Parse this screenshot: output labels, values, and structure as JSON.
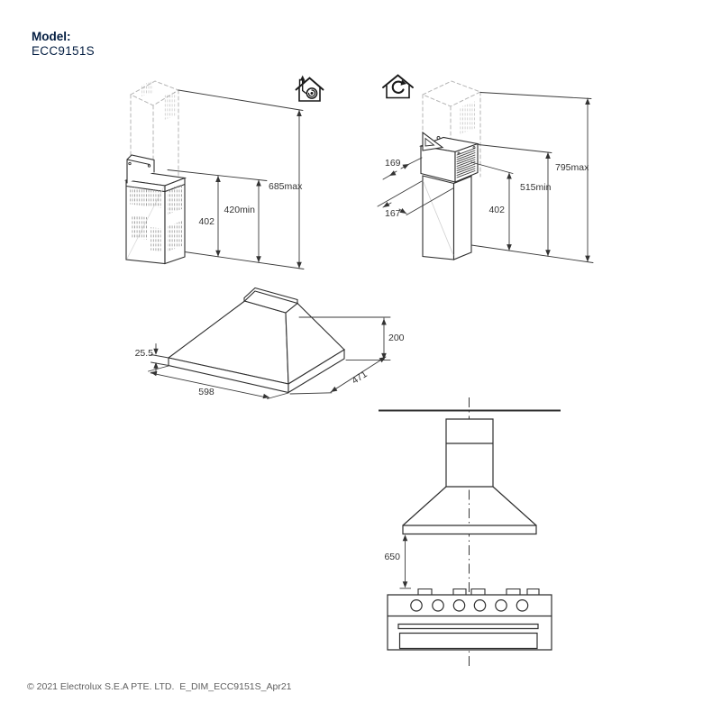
{
  "header": {
    "model_label": "Model:",
    "model_number": "ECC9151S"
  },
  "modes": {
    "ducted_icon": "house-extraction-fan-icon",
    "recirculation_icon": "house-recirculation-icon"
  },
  "dimensions_mm": {
    "ducted_chimney": {
      "chimney_section": "402",
      "min_height": "420min",
      "max_height": "685max"
    },
    "recirculation_chimney": {
      "top_width": "169",
      "duct_depth": "167",
      "chimney_section": "402",
      "min_height": "515min",
      "max_height": "795max"
    },
    "canopy": {
      "rim_height": "25.5",
      "width": "598",
      "depth": "471",
      "height": "200"
    },
    "installation": {
      "clearance_above_hob": "650"
    }
  },
  "footer": {
    "copyright": "© 2021 Electrolux S.E.A PTE. LTD.  E_DIM_ECC9151S_Apr21"
  }
}
